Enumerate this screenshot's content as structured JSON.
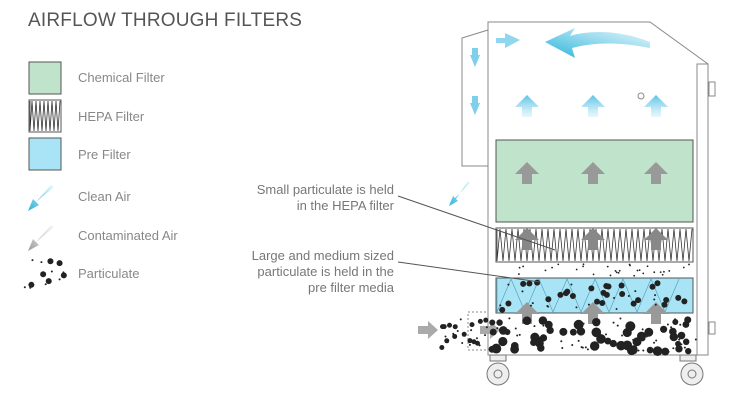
{
  "title": "AIRFLOW THROUGH FILTERS",
  "legend": [
    {
      "label": "Chemical Filter",
      "icon": "chemical-filter-swatch",
      "color": "#bfe3cb"
    },
    {
      "label": "HEPA Filter",
      "icon": "hepa-filter-swatch"
    },
    {
      "label": "Pre Filter",
      "icon": "pre-filter-swatch",
      "color": "#a8e4f5"
    },
    {
      "label": "Clean Air",
      "icon": "clean-air-arrow-icon",
      "color": "#3bbce0"
    },
    {
      "label": "Contaminated Air",
      "icon": "contaminated-air-arrow-icon",
      "color": "#aaaaaa"
    },
    {
      "label": "Particulate",
      "icon": "particulate-icon",
      "color": "#222222"
    }
  ],
  "callouts": {
    "hepa_line1": "Small particulate is held",
    "hepa_line2": "in the HEPA filter",
    "pre_line1": "Large and medium sized",
    "pre_line2": "particulate is held in the",
    "pre_line3": "pre filter media"
  }
}
